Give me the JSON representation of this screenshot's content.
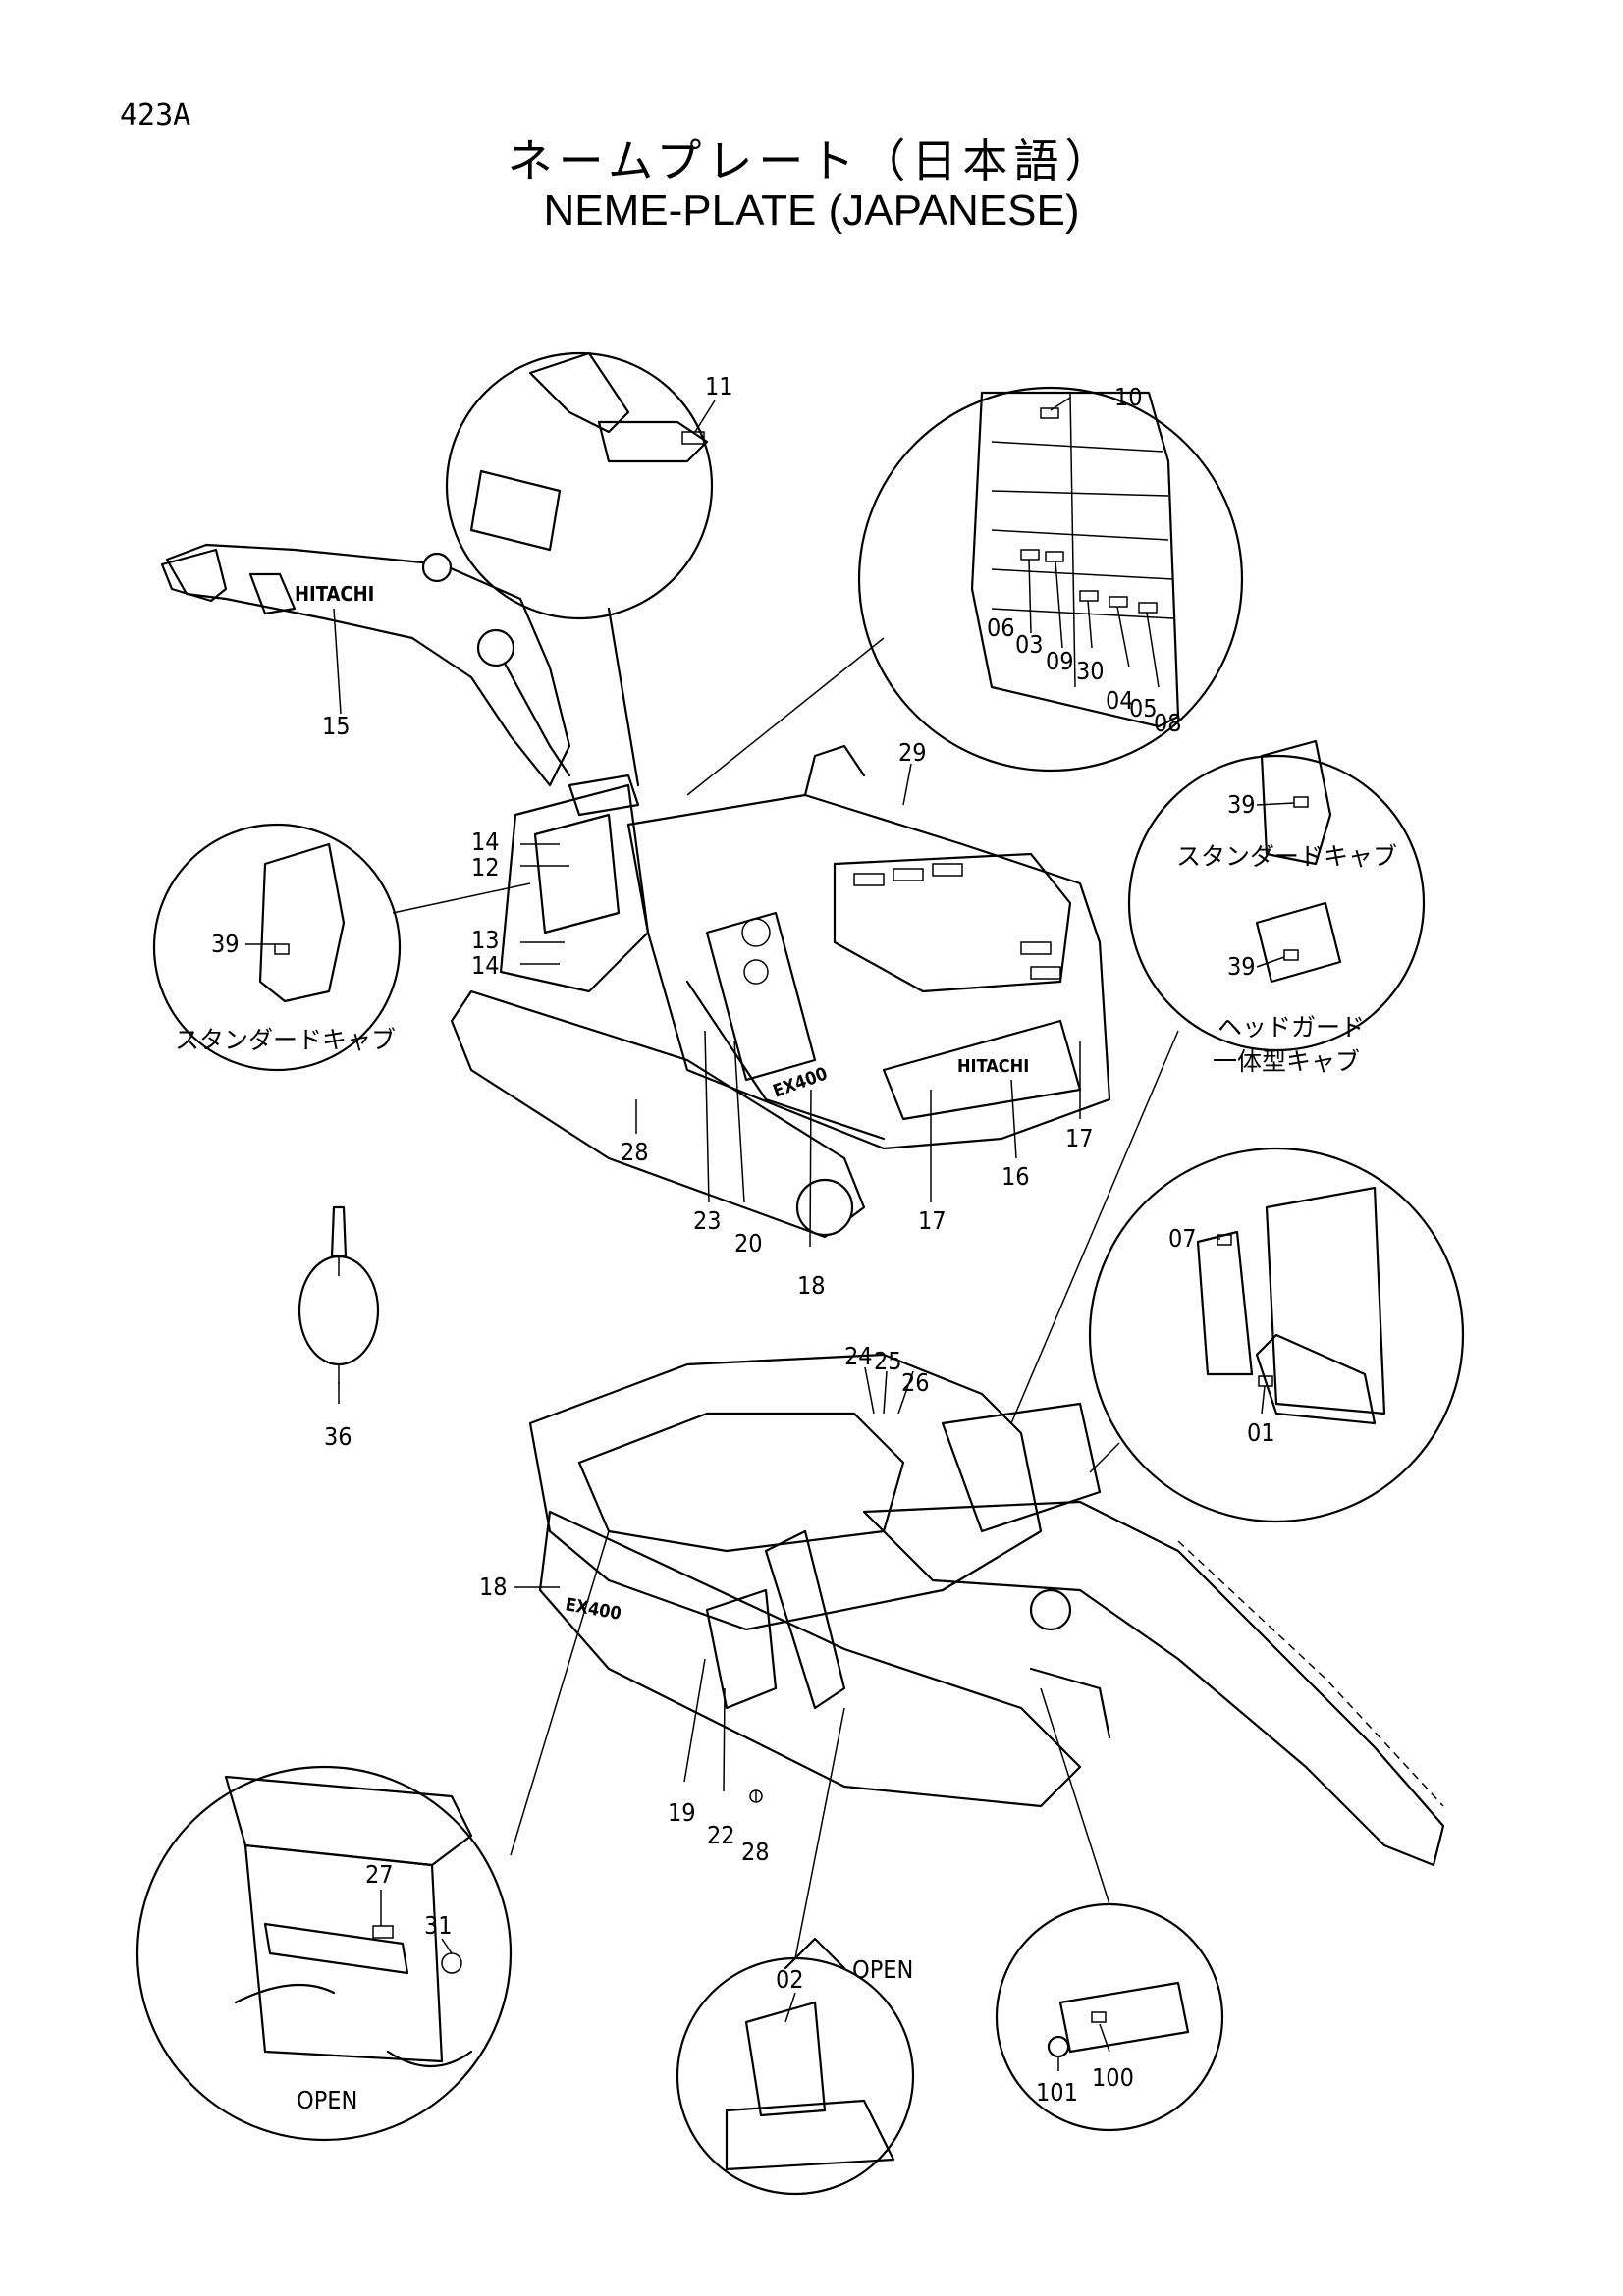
{
  "page_id": "423A",
  "title_jp": "ネームプレート（日本語）",
  "title_en": "NEME-PLATE (JAPANESE)",
  "callouts": {
    "c10": "10",
    "c11": "11",
    "c15": "15",
    "c06": "06",
    "c03": "03",
    "c09": "09",
    "c30": "30",
    "c04": "04",
    "c05": "05",
    "c08": "08",
    "c29": "29",
    "c14a": "14",
    "c12": "12",
    "c13": "13",
    "c14b": "14",
    "c39a": "39",
    "c39b": "39",
    "c39c": "39",
    "c28a": "28",
    "c23": "23",
    "c20": "20",
    "c18a": "18",
    "c17a": "17",
    "c16": "16",
    "c17b": "17",
    "c36": "36",
    "c07": "07",
    "c01": "01",
    "c24": "24",
    "c25": "25",
    "c26": "26",
    "c18b": "18",
    "c19": "19",
    "c22": "22",
    "c28b": "28",
    "c27": "27",
    "c31": "31",
    "c02": "02",
    "c101": "101",
    "c100": "100"
  },
  "labels": {
    "standard_cab_left": "スタンダードキャブ",
    "standard_cab_right": "スタンダードキャブ",
    "head_guard_1": "ヘッドガード",
    "head_guard_2": "一体型キャブ",
    "open_1": "OPEN",
    "open_2": "OPEN",
    "brand_1": "HITACHI",
    "brand_2": "HITACHI",
    "model_1": "EX400",
    "model_2": "EX400"
  }
}
